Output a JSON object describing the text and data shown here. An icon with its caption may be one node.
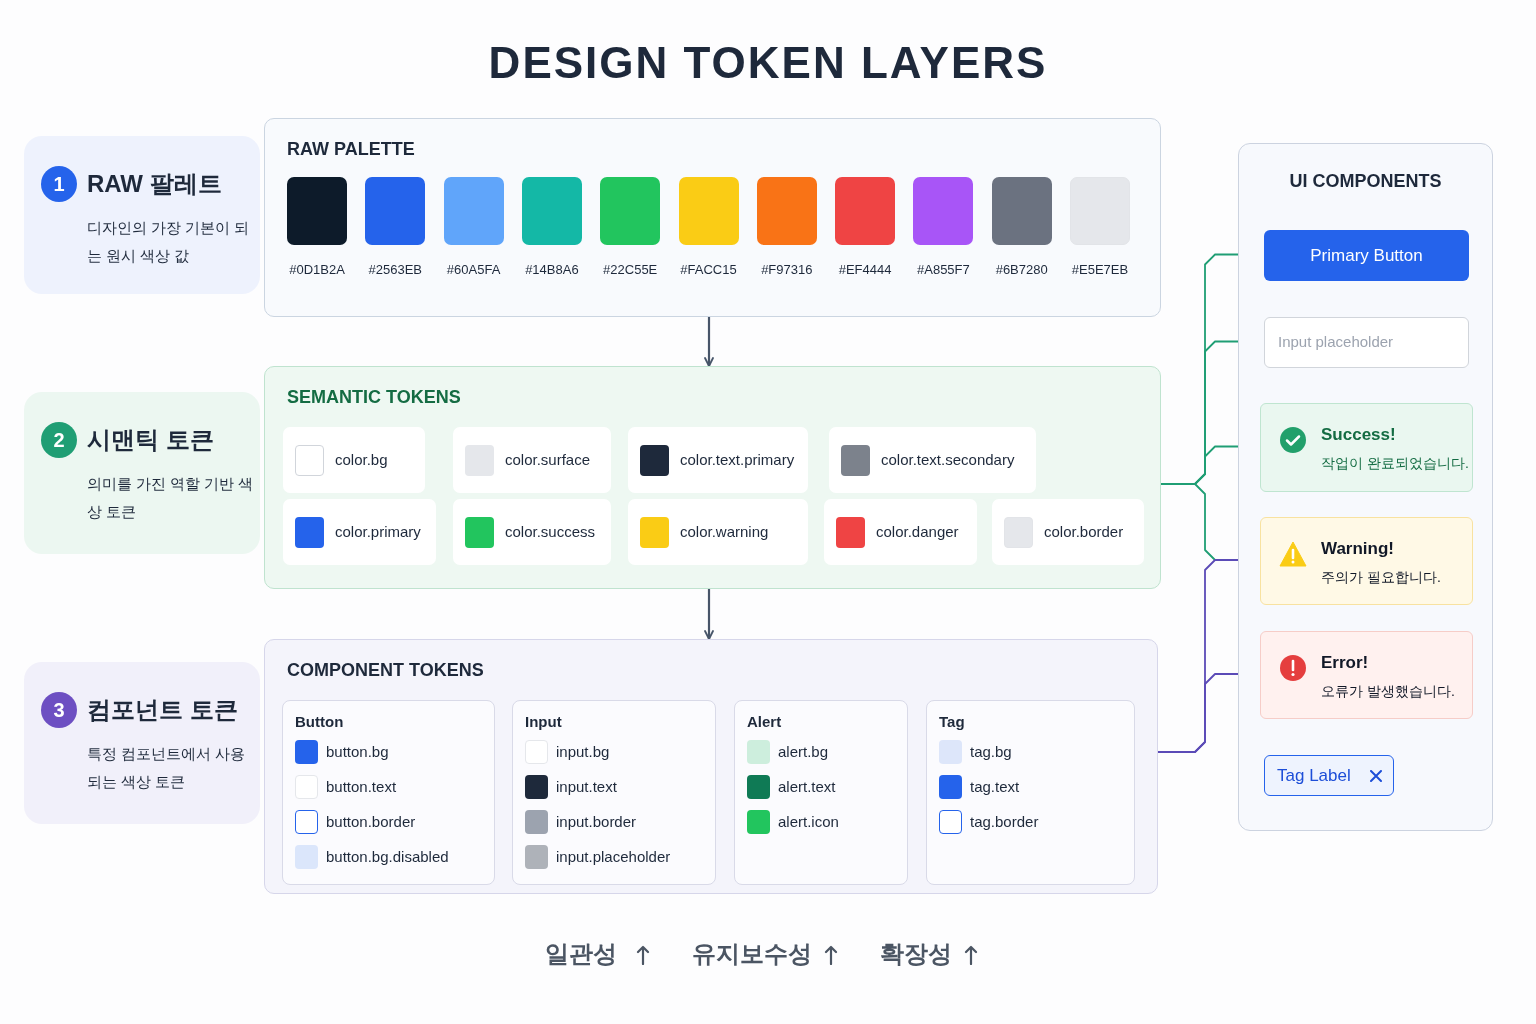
{
  "diagram": {
    "title": "DESIGN TOKEN LAYERS",
    "nodes": [
      {
        "text": [
          "1",
          "RAW 팔레트",
          "디자인의 가장 기본이 되는 원시 색상 값"
        ]
      },
      {
        "text": [
          "2",
          "시맨틱 토큰",
          "의미를 가진 역할 기반 색상 토큰"
        ]
      },
      {
        "text": [
          "3",
          "컴포넌트 토큰",
          "특정 컴포넌트에서 사용되는 색상 토큰"
        ]
      },
      {
        "text": [
          "RAW PALETTE"
        ]
      },
      {
        "text": [
          "SEMANTIC TOKENS"
        ]
      },
      {
        "text": [
          "COMPONENT TOKENS"
        ]
      },
      {
        "text": [
          "Button"
        ],
        "in": 5
      },
      {
        "text": [
          "Input"
        ],
        "in": 5
      },
      {
        "text": [
          "Alert"
        ],
        "in": 5
      },
      {
        "text": [
          "Tag"
        ],
        "in": 5
      },
      {
        "text": [
          "UI COMPONENTS"
        ]
      },
      {
        "text": [
          "Primary Button"
        ],
        "in": 10
      },
      {
        "text": [
          "Input placeholder"
        ],
        "in": 10
      },
      {
        "text": [
          "Success!",
          "작업이 완료되었습니다."
        ],
        "in": 10
      },
      {
        "text": [
          "Warning!",
          "주의가 필요합니다."
        ],
        "in": 10
      },
      {
        "text": [
          "Error!",
          "오류가 발생했습니다."
        ],
        "in": 10
      },
      {
        "text": [
          "Tag Label"
        ],
        "in": 10
      }
    ],
    "edges": [
      {
        "from": 3,
        "to": 4,
        "arrow": "to"
      },
      {
        "from": 4,
        "to": 5,
        "arrow": "to"
      },
      {
        "from": 4,
        "to": 11,
        "arrow": "to",
        "color": "#1f9e74"
      },
      {
        "from": 4,
        "to": 12,
        "arrow": "to",
        "color": "#1f9e74"
      },
      {
        "from": 4,
        "to": 13,
        "arrow": "to",
        "color": "#1f9e74"
      },
      {
        "from": 4,
        "to": 14,
        "arrow": "to",
        "color": "#1f9e74"
      },
      {
        "from": 5,
        "to": 14,
        "arrow": "to",
        "color": "#5b4bb7"
      },
      {
        "from": 5,
        "to": 15,
        "arrow": "to",
        "color": "#5b4bb7"
      }
    ],
    "labels": [
      "일관성",
      "유지보수성",
      "확장성"
    ],
    "legend": [
      {
        "text": "#0D1B2A",
        "color": "#0d1b2a"
      },
      {
        "text": "#2563EB",
        "color": "#2563eb"
      },
      {
        "text": "#60A5FA",
        "color": "#60a5fa"
      },
      {
        "text": "#14B8A6",
        "color": "#14b8a6"
      },
      {
        "text": "#22C55E",
        "color": "#22c55e"
      },
      {
        "text": "#FACC15",
        "color": "#facc15"
      },
      {
        "text": "#F97316",
        "color": "#f97316"
      },
      {
        "text": "#EF4444",
        "color": "#ef4444"
      },
      {
        "text": "#A855F7",
        "color": "#a855f7"
      },
      {
        "text": "#6B7280",
        "color": "#6b7280"
      },
      {
        "text": "#E5E7EB",
        "color": "#e5e7eb"
      },
      {
        "text": "color.bg",
        "color": "#ffffff"
      },
      {
        "text": "color.surface",
        "color": "#e5e7eb"
      },
      {
        "text": "color.text.primary",
        "color": "#1e293b"
      },
      {
        "text": "color.text.secondary",
        "color": "#7c828c"
      },
      {
        "text": "color.primary",
        "color": "#2563eb"
      },
      {
        "text": "color.success",
        "color": "#22c55e"
      },
      {
        "text": "color.warning",
        "color": "#facc15"
      },
      {
        "text": "color.danger",
        "color": "#ef4444"
      },
      {
        "text": "color.border",
        "color": "#e5e7eb"
      },
      {
        "text": "button.bg",
        "color": "#2563eb"
      },
      {
        "text": "button.text",
        "color": "#ffffff"
      },
      {
        "text": "button.border",
        "color": "#ffffff"
      },
      {
        "text": "button.bg.disabled",
        "color": "#dbe6fb"
      },
      {
        "text": "input.bg",
        "color": "#ffffff"
      },
      {
        "text": "input.text",
        "color": "#1e293b"
      },
      {
        "text": "input.border",
        "color": "#9ca3af"
      },
      {
        "text": "input.placeholder",
        "color": "#aeb2b9"
      },
      {
        "text": "alert.bg",
        "color": "#cdeedd"
      },
      {
        "text": "alert.text",
        "color": "#0f7a55"
      },
      {
        "text": "alert.icon",
        "color": "#22c55e"
      },
      {
        "text": "tag.bg",
        "color": "#dde6fa"
      },
      {
        "text": "tag.text",
        "color": "#2563eb"
      },
      {
        "text": "tag.border",
        "color": "#ffffff"
      }
    ]
  }
}
